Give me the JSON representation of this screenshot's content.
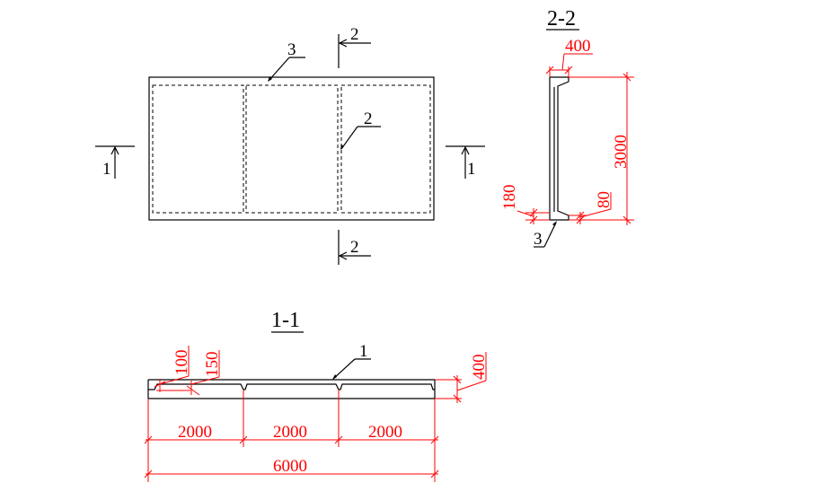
{
  "colors": {
    "geometry": "#000000",
    "dimension": "#ff0000",
    "background": "#ffffff"
  },
  "plan": {
    "section_cut_1_label": "1",
    "section_cut_2_label": "2",
    "callout_rib_label": "2",
    "callout_edge_label": "3"
  },
  "section_2_2": {
    "title": "2-2",
    "dim_top_width": "400",
    "dim_height": "3000",
    "dim_bottom_left": "180",
    "dim_bottom_right": "80",
    "callout_label": "3"
  },
  "section_1_1": {
    "title": "1-1",
    "callout_label": "1",
    "dim_a": "100",
    "dim_b": "150",
    "dim_thickness": "400",
    "dim_spans": [
      "2000",
      "2000",
      "2000"
    ],
    "dim_total": "6000"
  }
}
